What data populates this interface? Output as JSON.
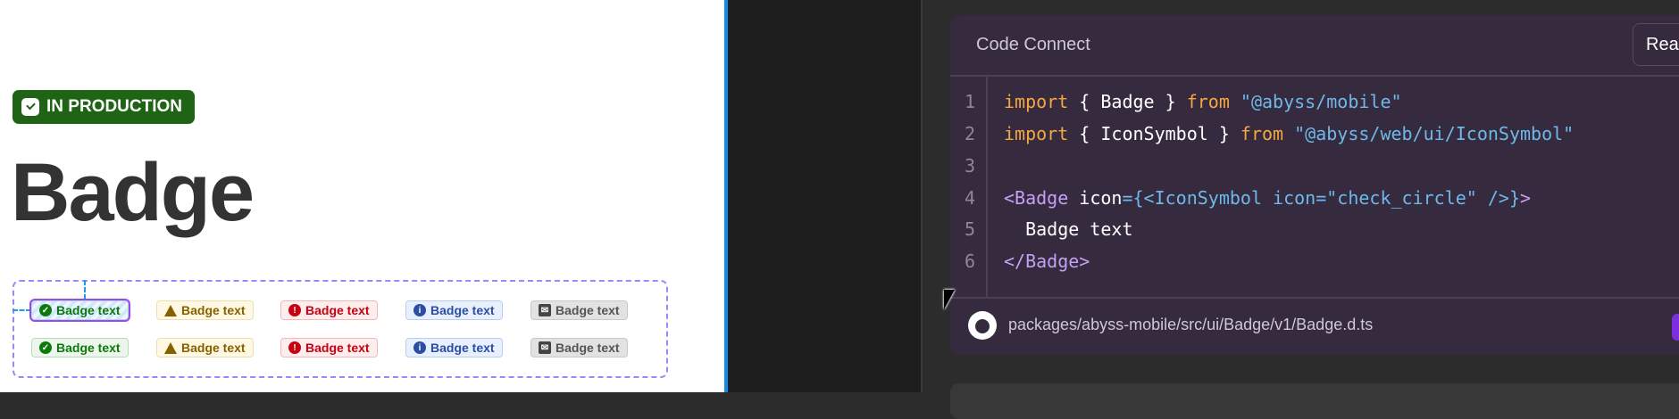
{
  "canvas": {
    "status_badge": "IN PRODUCTION",
    "title": "Badge",
    "badges": {
      "row1": [
        {
          "label": "Badge text",
          "variant": "success",
          "icon": "check-circle-icon",
          "selected": true
        },
        {
          "label": "Badge text",
          "variant": "warning",
          "icon": "warning-triangle-icon"
        },
        {
          "label": "Badge text",
          "variant": "error",
          "icon": "error-circle-icon"
        },
        {
          "label": "Badge text",
          "variant": "info",
          "icon": "info-circle-icon"
        },
        {
          "label": "Badge text",
          "variant": "neutral",
          "icon": "mail-icon"
        }
      ],
      "row2": [
        {
          "label": "Badge text",
          "variant": "success",
          "icon": "check-circle-icon"
        },
        {
          "label": "Badge text",
          "variant": "warning",
          "icon": "warning-triangle-icon"
        },
        {
          "label": "Badge text",
          "variant": "error",
          "icon": "error-circle-icon"
        },
        {
          "label": "Badge text",
          "variant": "info",
          "icon": "info-circle-icon"
        },
        {
          "label": "Badge text",
          "variant": "neutral",
          "icon": "mail-icon"
        }
      ]
    },
    "colors": {
      "production": "#1e6414",
      "selection": "#9747ff",
      "guide": "#1e9bf0"
    }
  },
  "code_connect": {
    "title": "Code Connect",
    "button_label": "Rea",
    "line_numbers": [
      "1",
      "2",
      "3",
      "4",
      "5",
      "6"
    ],
    "lines": [
      [
        {
          "t": "import",
          "c": "kw"
        },
        {
          "t": " { Badge } ",
          "c": ""
        },
        {
          "t": "from",
          "c": "kw"
        },
        {
          "t": " \"@abyss/mobile\"",
          "c": "st"
        }
      ],
      [
        {
          "t": "import",
          "c": "kw"
        },
        {
          "t": " { IconSymbol } ",
          "c": ""
        },
        {
          "t": "from",
          "c": "kw"
        },
        {
          "t": " \"@abyss/web/ui/IconSymbol\"",
          "c": "st"
        }
      ],
      [],
      [
        {
          "t": "<Badge",
          "c": "tg"
        },
        {
          "t": " icon",
          "c": ""
        },
        {
          "t": "={<IconSymbol icon=\"check_circle\" />}",
          "c": "st"
        },
        {
          "t": ">",
          "c": "tg"
        }
      ],
      [
        {
          "t": "  Badge text",
          "c": ""
        }
      ],
      [
        {
          "t": "</Badge>",
          "c": "tg"
        }
      ]
    ],
    "footer_path": "packages/abyss-mobile/src/ui/Badge/v1/Badge.d.ts",
    "footer_icon": "github-icon"
  }
}
